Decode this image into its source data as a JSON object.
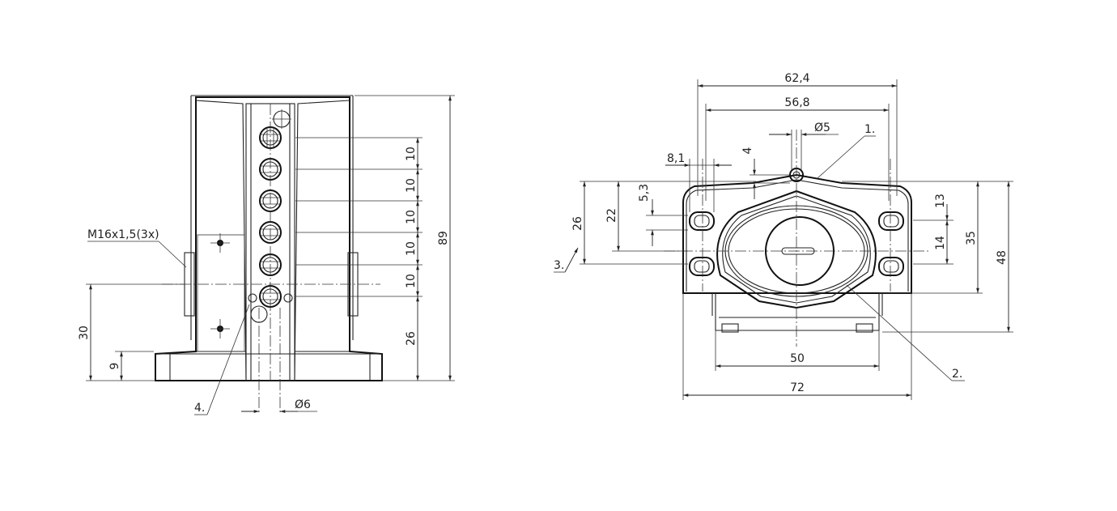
{
  "left_view": {
    "thread_label": "M16x1,5(3x)",
    "dim_total_height": "89",
    "dim_pitch": [
      "10",
      "10",
      "10",
      "10",
      "10"
    ],
    "dim_base_to_first_port": "26",
    "dim_center_height": "30",
    "dim_flange_height": "9",
    "dim_port_diameter": "Ø6",
    "callout_4": "4."
  },
  "right_view": {
    "dim_overall_top_width": "62,4",
    "dim_hole_spacing_top": "56,8",
    "dim_pin_diameter": "Ø5",
    "dim_pin_height": "4",
    "dim_slot_width": "8,1",
    "dim_left_26": "26",
    "dim_left_22": "22",
    "dim_left_5_3": "5,3",
    "dim_right_13": "13",
    "dim_right_14": "14",
    "dim_right_35": "35",
    "dim_right_48": "48",
    "dim_bottom_50": "50",
    "dim_bottom_72": "72",
    "callout_1": "1.",
    "callout_2": "2.",
    "callout_3": "3."
  }
}
